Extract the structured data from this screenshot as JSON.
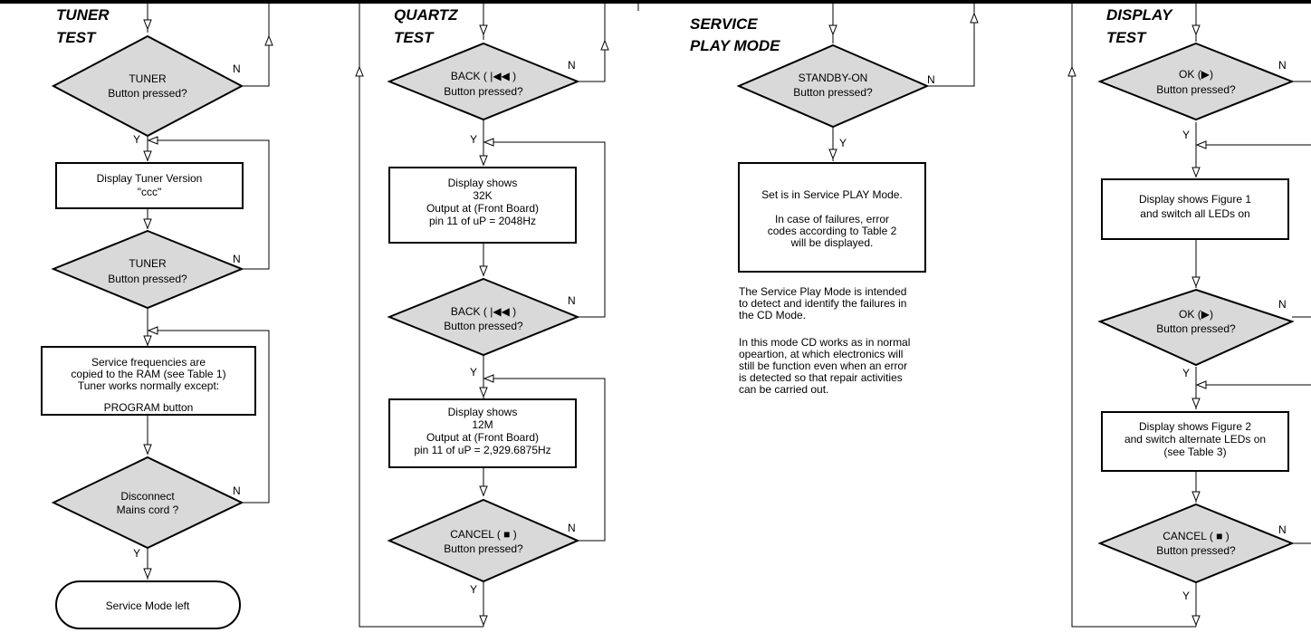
{
  "tuner": {
    "title": [
      "TUNER",
      "TEST"
    ],
    "d1": [
      "TUNER",
      "Button pressed?"
    ],
    "b1": [
      "Display Tuner Version",
      "\"ccc\""
    ],
    "d2": [
      "TUNER",
      "Button pressed?"
    ],
    "b2": [
      "Service frequencies are",
      "copied to the RAM (see Table 1)",
      "Tuner works normally except:",
      "",
      "PROGRAM button"
    ],
    "d3": [
      "Disconnect",
      "Mains cord ?"
    ],
    "end": "Service Mode left"
  },
  "quartz": {
    "title": [
      "QUARTZ",
      "TEST"
    ],
    "d1": [
      "BACK ( |◀◀ )",
      "Button pressed?"
    ],
    "b1": [
      "Display shows",
      "32K",
      "Output at (Front Board)",
      "pin 11 of uP = 2048Hz"
    ],
    "d2": [
      "BACK ( |◀◀ )",
      "Button pressed?"
    ],
    "b2": [
      "Display shows",
      "12M",
      "Output at (Front Board)",
      "pin 11 of uP = 2,929.6875Hz"
    ],
    "d3": [
      "CANCEL ( ■ )",
      "Button pressed?"
    ]
  },
  "service": {
    "title": [
      "SERVICE",
      "PLAY MODE"
    ],
    "d1": [
      "STANDBY-ON",
      "Button pressed?"
    ],
    "b1": [
      "Set is in Service PLAY Mode.",
      "",
      "In case of failures, error",
      "codes according to Table 2",
      "will be displayed."
    ],
    "note1": [
      "The Service Play Mode is intended",
      "to detect and identify the failures in",
      "the CD Mode."
    ],
    "note2": [
      "In this mode CD works as in normal",
      "opeartion, at which electronics will",
      "still be function even when an error",
      "is detected so that repair activities",
      "can be carried out."
    ]
  },
  "display": {
    "title": [
      "DISPLAY",
      "TEST"
    ],
    "d1": [
      "OK (▶)",
      "Button pressed?"
    ],
    "b1": [
      "Display shows Figure 1",
      "and switch all LEDs on"
    ],
    "d2": [
      "OK (▶)",
      "Button pressed?"
    ],
    "b2": [
      "Display shows Figure 2",
      "and switch alternate LEDs on",
      "(see Table 3)"
    ],
    "d3": [
      "CANCEL ( ■ )",
      "Button pressed?"
    ]
  },
  "labels": {
    "yes": "Y",
    "no": "N"
  }
}
